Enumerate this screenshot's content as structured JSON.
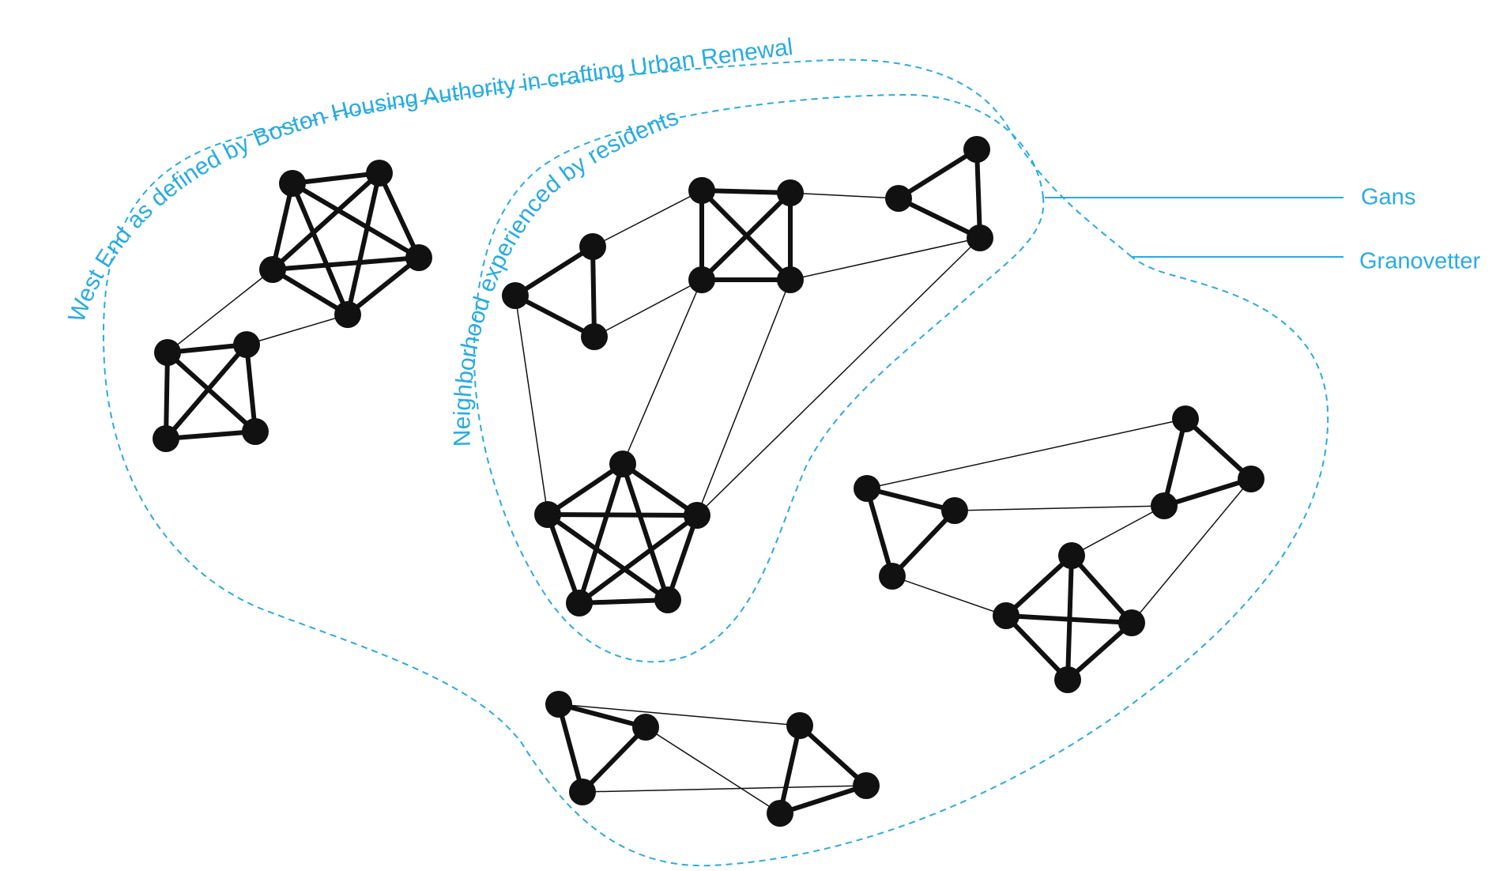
{
  "labels": {
    "outer_boundary": "West End as defined by Boston Housing Authority in crafting Urban Renewal",
    "inner_boundary": "Neighborhood experienced by residents",
    "gans": "Gans",
    "granovetter": "Granovetter"
  },
  "colors": {
    "annotation": "#29abe2",
    "network": "#111111",
    "background": "#ffffff"
  }
}
